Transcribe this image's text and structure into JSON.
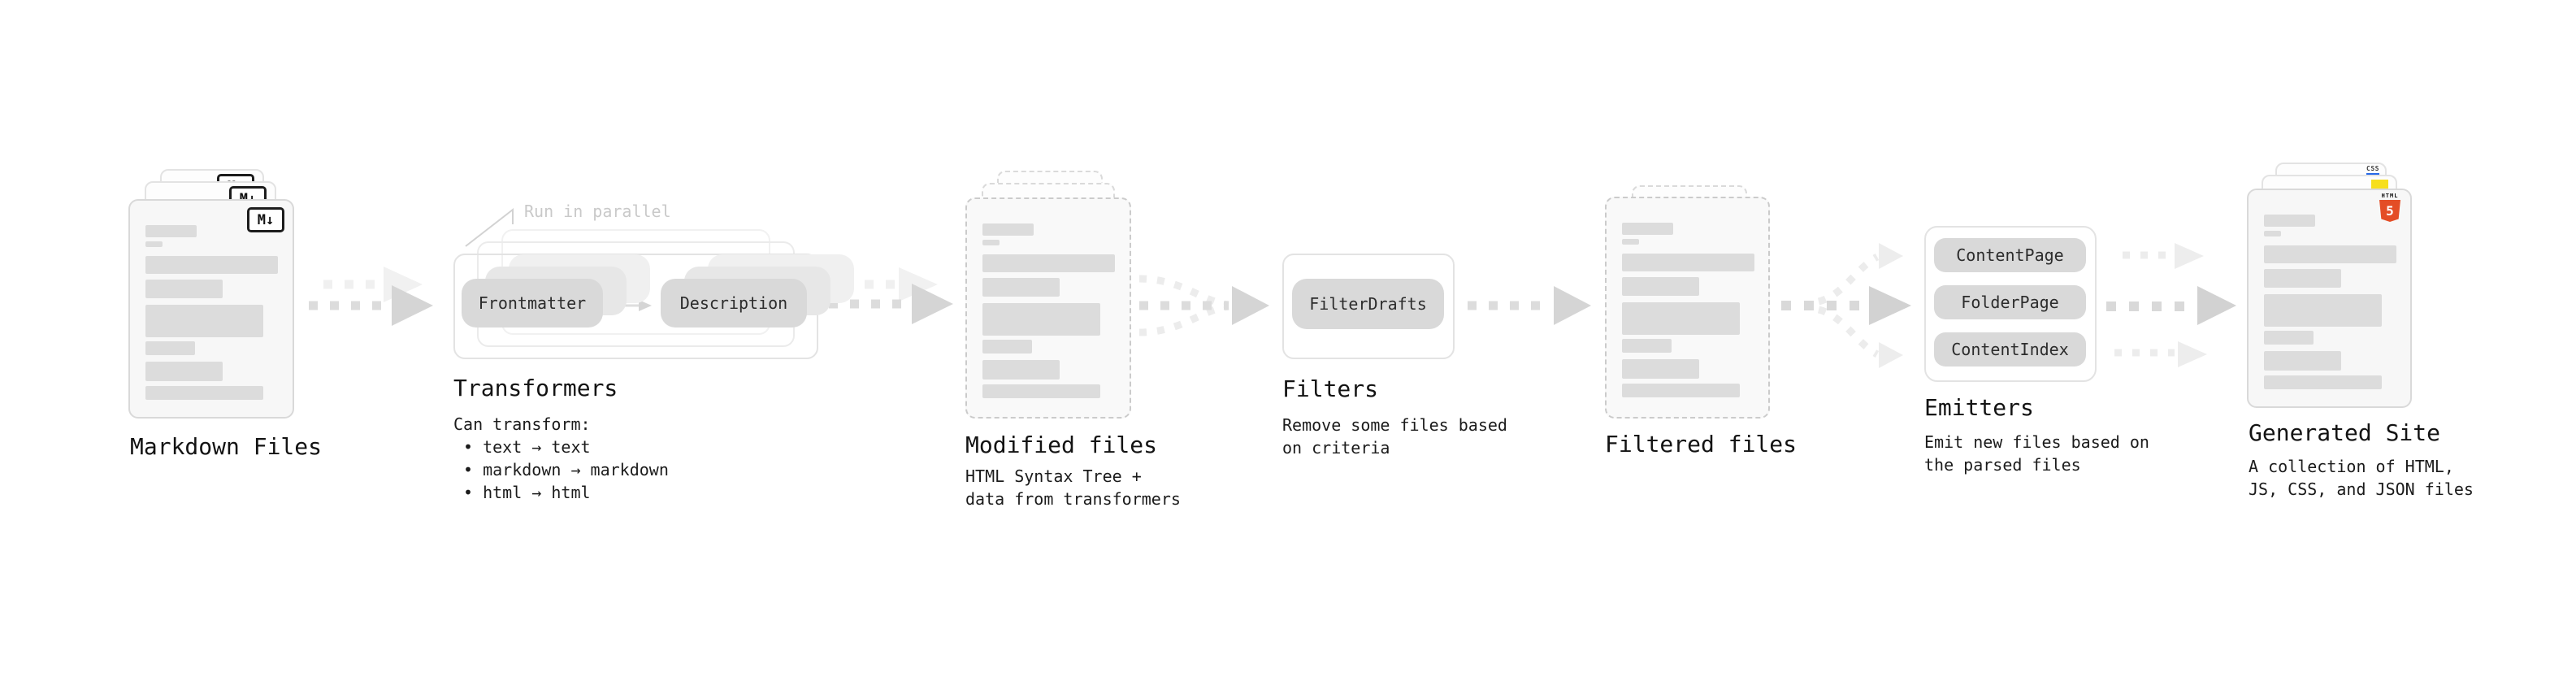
{
  "colors": {
    "html5_orange": "#e44d26",
    "js_yellow": "#f7df1e",
    "css_blue": "#2769e8",
    "arrow_gray": "#dcdcdc"
  },
  "markdown_files": {
    "label": "Markdown Files",
    "badge": "M↓"
  },
  "transformers": {
    "label": "Transformers",
    "annotation": "Run in parallel",
    "pills": [
      "Frontmatter",
      "Description"
    ],
    "desc_title": "Can transform:",
    "bullets": [
      "text → text",
      "markdown → markdown",
      "html → html"
    ]
  },
  "modified_files": {
    "label": "Modified files",
    "desc": [
      "HTML Syntax Tree +",
      "data from transformers"
    ]
  },
  "filters": {
    "label": "Filters",
    "pill": "FilterDrafts",
    "desc": [
      "Remove some files based",
      "on criteria"
    ]
  },
  "filtered_files": {
    "label": "Filtered files"
  },
  "emitters": {
    "label": "Emitters",
    "pills": [
      "ContentPage",
      "FolderPage",
      "ContentIndex"
    ],
    "desc": [
      "Emit new files based on",
      "the parsed files"
    ]
  },
  "generated_site": {
    "label": "Generated Site",
    "desc": [
      "A collection of HTML,",
      "JS, CSS, and JSON files"
    ],
    "badges": {
      "css": "CSS",
      "html": "HTML",
      "five": "5"
    }
  }
}
